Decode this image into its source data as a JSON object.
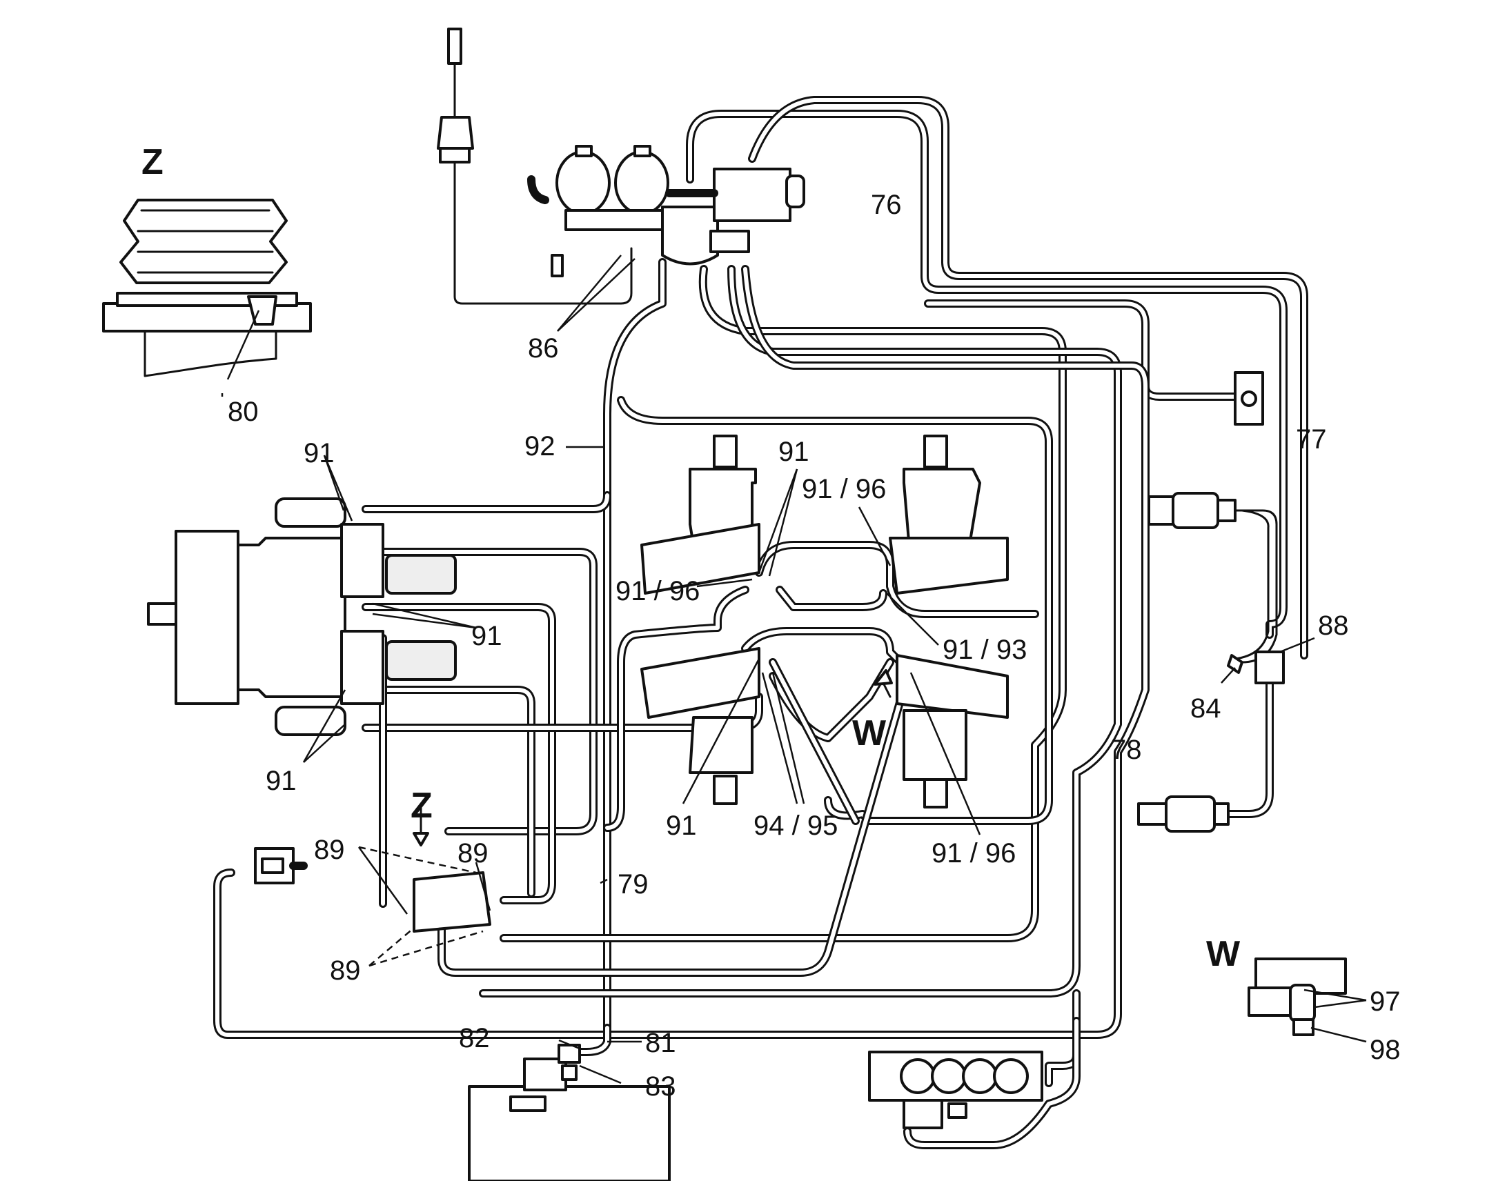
{
  "labels": {
    "l76": "76",
    "l77": "77",
    "l78": "78",
    "l79": "79",
    "l80": "80",
    "l81": "81",
    "l82": "82",
    "l83": "83",
    "l84": "84",
    "l86": "86",
    "l88": "88",
    "l89a": "89",
    "l89b": "89",
    "l89c": "89",
    "l91a": "91",
    "l91b": "91",
    "l91c": "91",
    "l91d": "91",
    "l91e": "91",
    "l9196a": "91 / 96",
    "l9196b": "91 / 96",
    "l9196c": "91 / 96",
    "l9193": "91 / 93",
    "l9495": "94 / 95",
    "l92": "92",
    "l97": "97",
    "l98": "98"
  },
  "views": {
    "z_detail": "Z",
    "z_marker": "Z",
    "w_detail": "W",
    "w_marker": "W"
  }
}
